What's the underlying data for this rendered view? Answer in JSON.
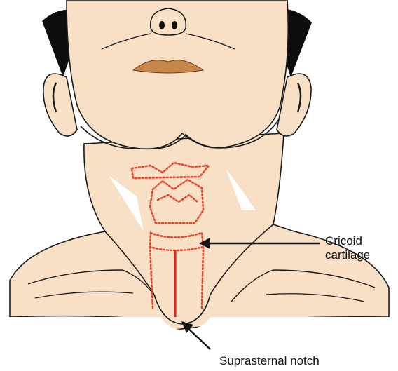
{
  "labels": {
    "cricoid_line1": "Cricoid",
    "cricoid_line2": "cartilage",
    "notch": "Suprasternal notch"
  },
  "colors": {
    "skin": "#f7e0c6",
    "outline": "#1a1a1a",
    "hair": "#0d0d0d",
    "lips": "#c8874a",
    "cartilage_dots": "#e8452a",
    "incision": "#e0241b"
  }
}
